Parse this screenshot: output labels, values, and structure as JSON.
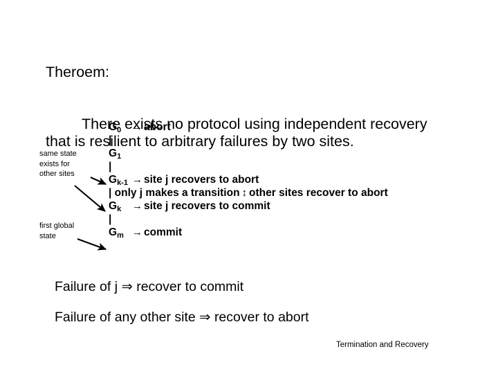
{
  "slide": {
    "theorem": {
      "title": "Theroem:",
      "body": "There exists no protocol using independent recovery that is resilient to arbitrary failures by two sites."
    },
    "diagram": {
      "rows": [
        {
          "kind": "state",
          "name": "G",
          "sub": "0",
          "arrow": "→",
          "text": "abort"
        },
        {
          "kind": "bar",
          "text": "|"
        },
        {
          "kind": "state",
          "name": "G",
          "sub": "1",
          "arrow": "",
          "text": ""
        },
        {
          "kind": "bar",
          "text": "|"
        },
        {
          "kind": "state",
          "name": "G",
          "sub": "k-1",
          "arrow": "→",
          "text": "site j recovers to abort"
        },
        {
          "kind": "bar-note",
          "text": "| only j makes a transition",
          "updown": "↕",
          "text2": "other sites recover to abort"
        },
        {
          "kind": "state",
          "name": "G",
          "sub": "k",
          "arrow": "→",
          "text": "site j recovers to commit"
        },
        {
          "kind": "bar",
          "text": "|"
        },
        {
          "kind": "state",
          "name": "G",
          "sub": "m",
          "arrow": "→",
          "text": "commit"
        }
      ],
      "annotations": [
        {
          "id": "same-state",
          "text": "same state\nexists for\nother sites"
        },
        {
          "id": "first-global",
          "text": "first global\nstate"
        }
      ]
    },
    "conclusions": [
      "Failure of j ⇒ recover to commit",
      "Failure of any other site ⇒ recover to abort"
    ],
    "footer": "Termination and Recovery"
  }
}
